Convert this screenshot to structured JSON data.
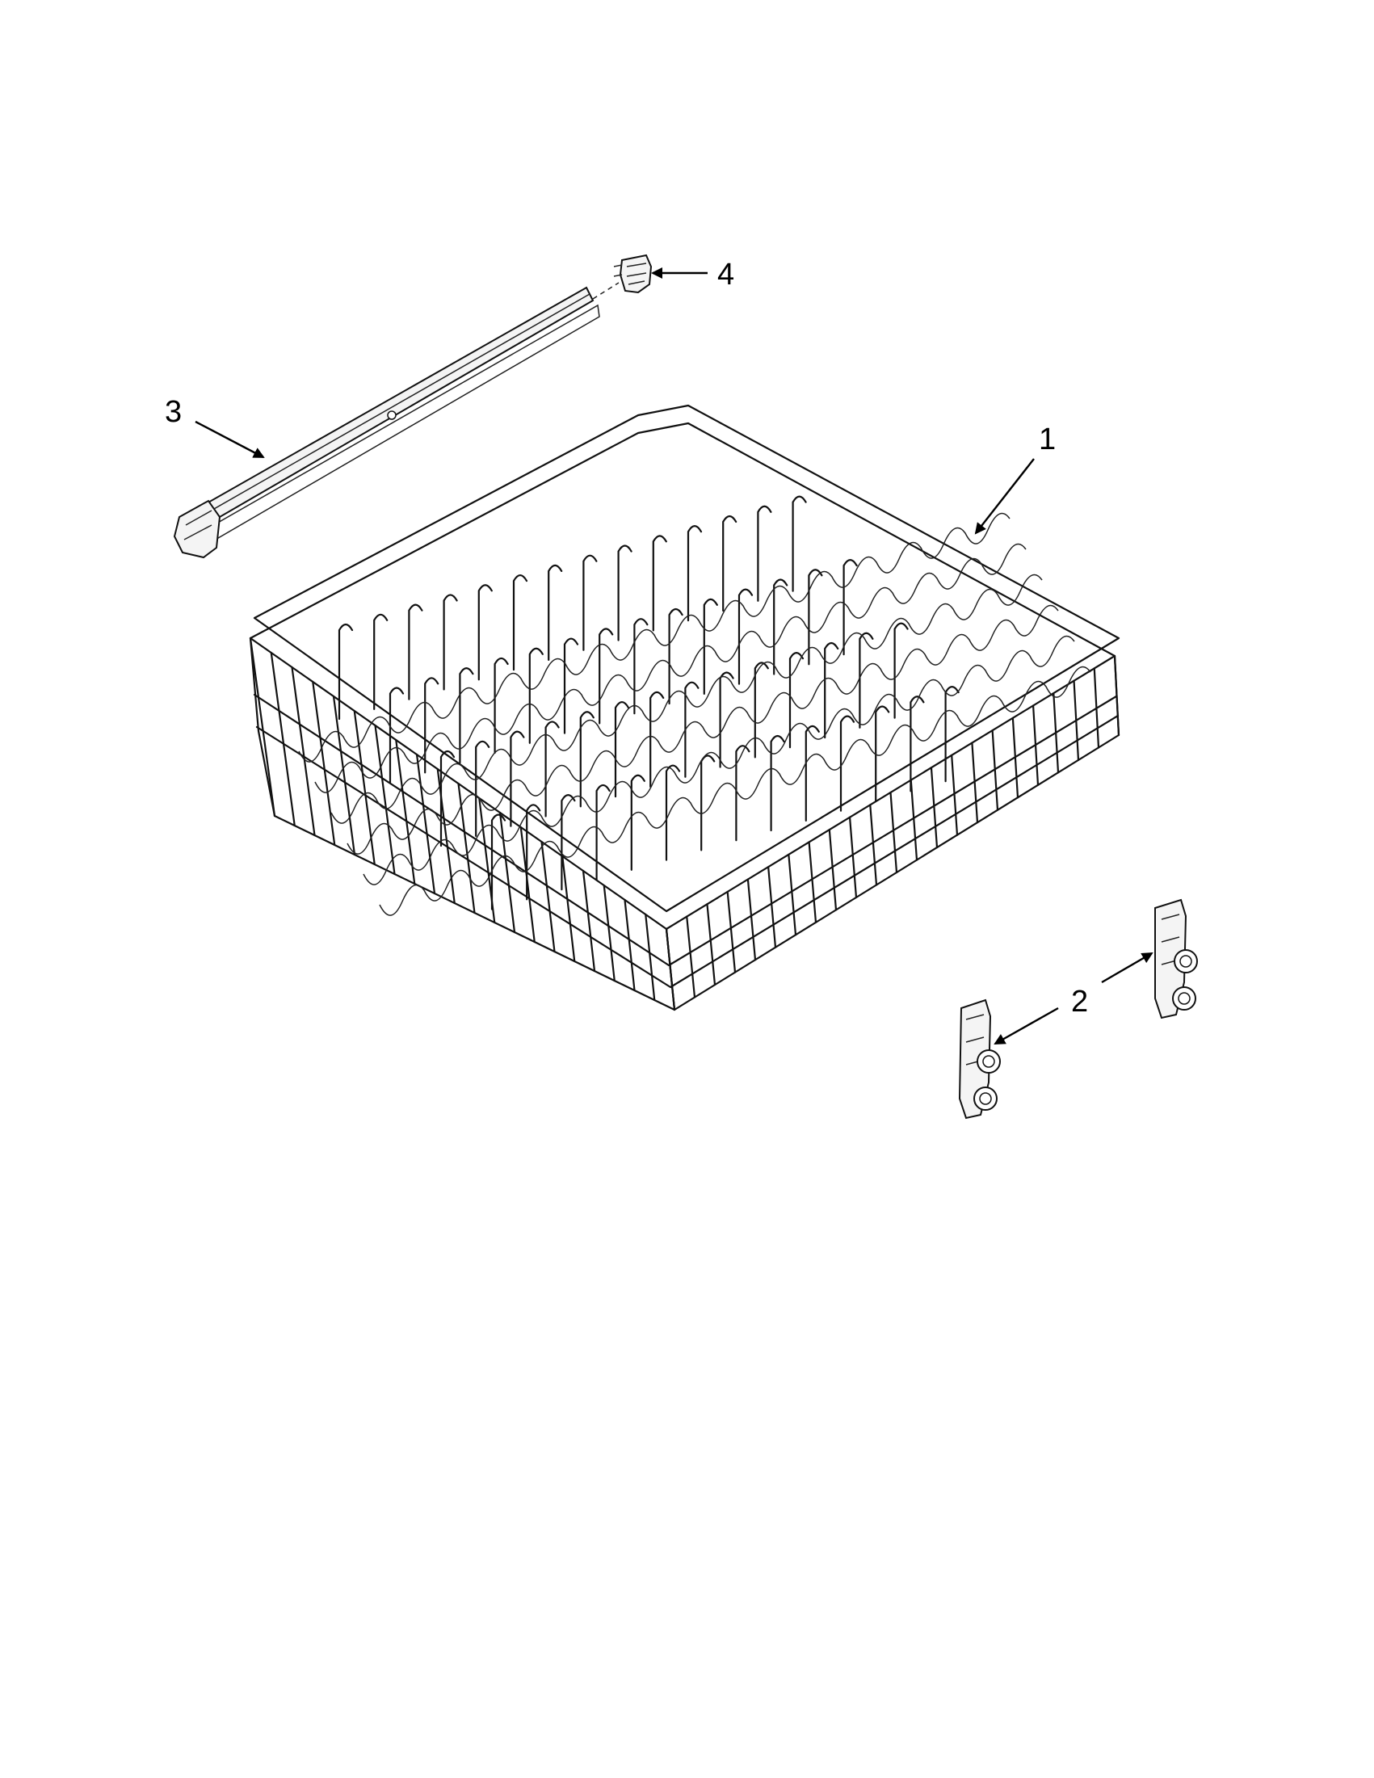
{
  "diagram": {
    "callouts": [
      {
        "id": "1",
        "label": "1"
      },
      {
        "id": "2",
        "label": "2"
      },
      {
        "id": "3",
        "label": "3"
      },
      {
        "id": "4",
        "label": "4"
      }
    ]
  },
  "colors": {
    "line": "#111111",
    "background": "#ffffff"
  }
}
